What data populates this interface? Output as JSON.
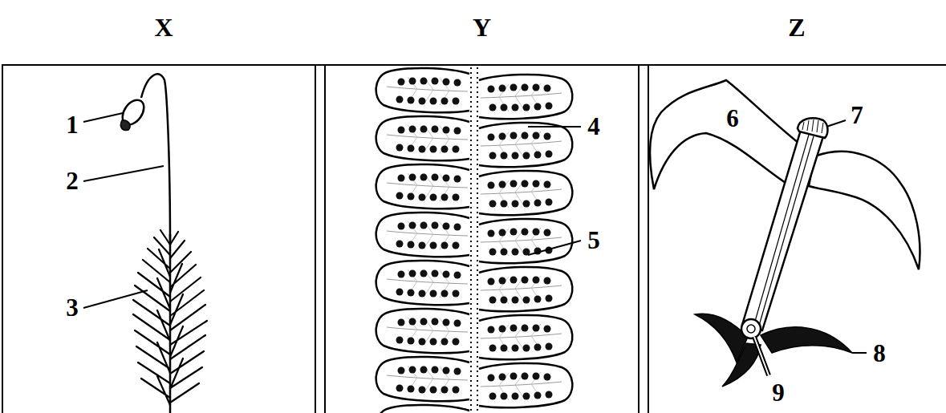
{
  "diagram": {
    "nodes": [
      {
        "text": [
          "X"
        ]
      },
      {
        "text": [
          "Y"
        ]
      },
      {
        "text": [
          "Z"
        ]
      }
    ],
    "labels": [
      "1",
      "2",
      "3",
      "4",
      "5",
      "6",
      "7",
      "8",
      "9"
    ]
  }
}
